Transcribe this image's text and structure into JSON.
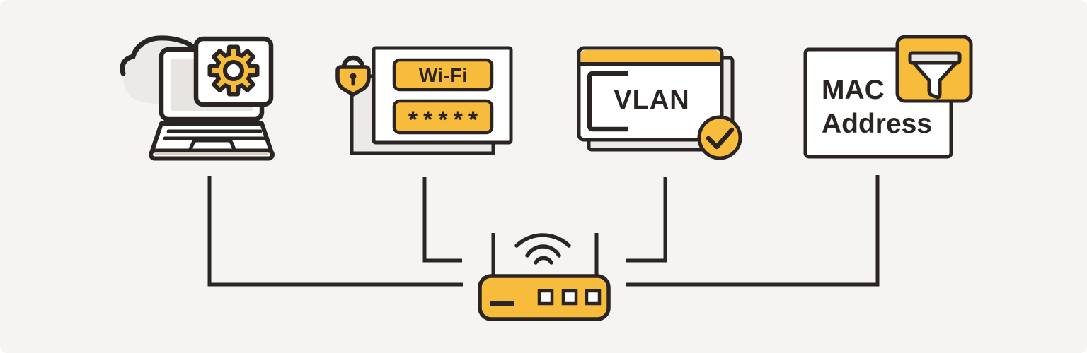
{
  "colors": {
    "background": "#f5f4f3",
    "accent_yellow": "#f8bc3c",
    "outline_dark": "#2a2522",
    "panel_gray": "#ebeae8",
    "screen_gray": "#e7e5e2",
    "white": "#ffffff"
  },
  "nodes": {
    "device_settings": {
      "icons": [
        "cloud-icon",
        "laptop-icon",
        "gear-icon"
      ]
    },
    "wifi_password": {
      "icons": [
        "lock-icon"
      ],
      "ssid_label": "Wi-Fi",
      "password_mask": "*****"
    },
    "vlan": {
      "icons": [
        "browser-window-icon",
        "check-icon"
      ],
      "label": "VLAN"
    },
    "mac_filter": {
      "icons": [
        "filter-icon"
      ],
      "label_line1": "MAC",
      "label_line2": "Address"
    }
  },
  "hub": {
    "icons": [
      "router-icon",
      "wifi-signal-icon"
    ]
  }
}
